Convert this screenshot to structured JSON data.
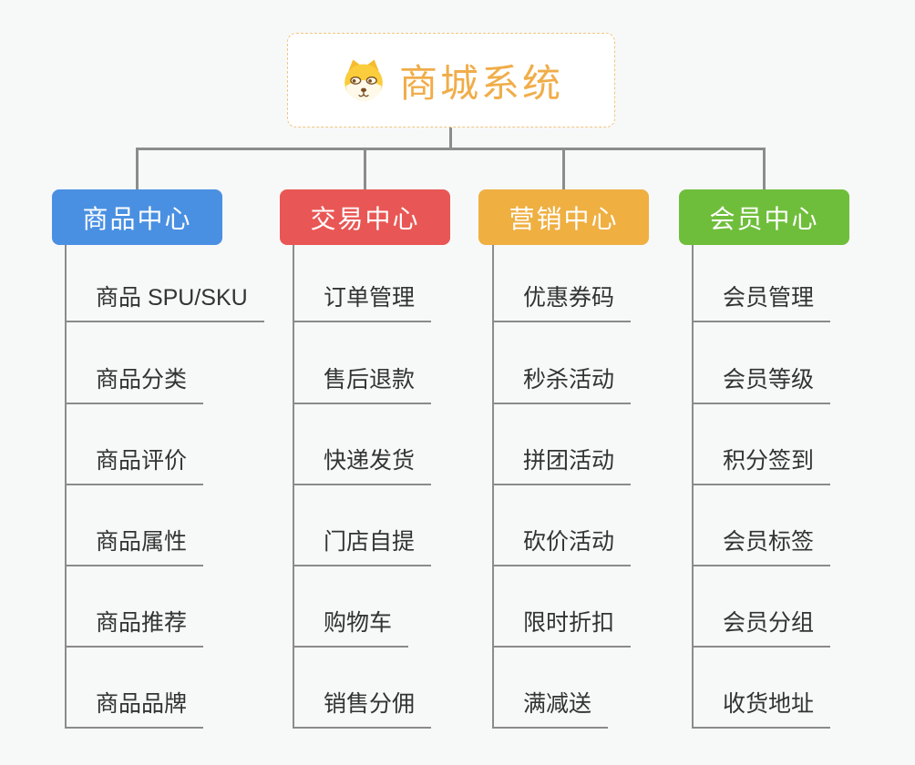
{
  "root": {
    "label": "商城系统",
    "icon": "dog-icon",
    "accent_color": "#F0AD49",
    "border_color": "#F2C681"
  },
  "branches": [
    {
      "label": "商品中心",
      "color": "#4A90E2",
      "children": [
        "商品 SPU/SKU",
        "商品分类",
        "商品评价",
        "商品属性",
        "商品推荐",
        "商品品牌"
      ]
    },
    {
      "label": "交易中心",
      "color": "#E85755",
      "children": [
        "订单管理",
        "售后退款",
        "快递发货",
        "门店自提",
        "购物车",
        "销售分佣"
      ]
    },
    {
      "label": "营销中心",
      "color": "#EFAF41",
      "children": [
        "优惠券码",
        "秒杀活动",
        "拼团活动",
        "砍价活动",
        "限时折扣",
        "满减送"
      ]
    },
    {
      "label": "会员中心",
      "color": "#6FBE3B",
      "children": [
        "会员管理",
        "会员等级",
        "积分签到",
        "会员标签",
        "会员分组",
        "收货地址"
      ]
    }
  ],
  "colors": {
    "background": "#F7F8F8",
    "connector": "#8C8C8C",
    "leaf_text": "#333333",
    "branch_text": "#FFFFFF"
  }
}
